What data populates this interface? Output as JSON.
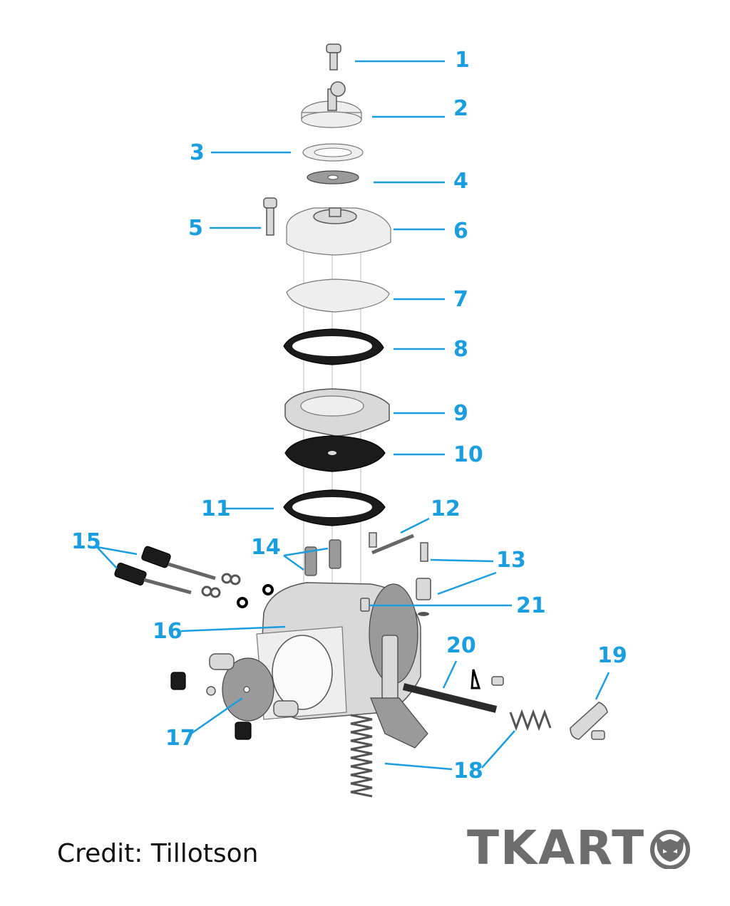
{
  "callouts": [
    "1",
    "2",
    "3",
    "4",
    "5",
    "6",
    "7",
    "8",
    "9",
    "10",
    "11",
    "12",
    "13",
    "14",
    "15",
    "16",
    "17",
    "18",
    "19",
    "20",
    "21"
  ],
  "credit": "Credit: Tillotson",
  "brand": "TKART",
  "colors": {
    "callout": "#1a9ee0",
    "brand": "#6d6d6d"
  },
  "icons": {
    "brand_logo": "cat-head-icon"
  }
}
